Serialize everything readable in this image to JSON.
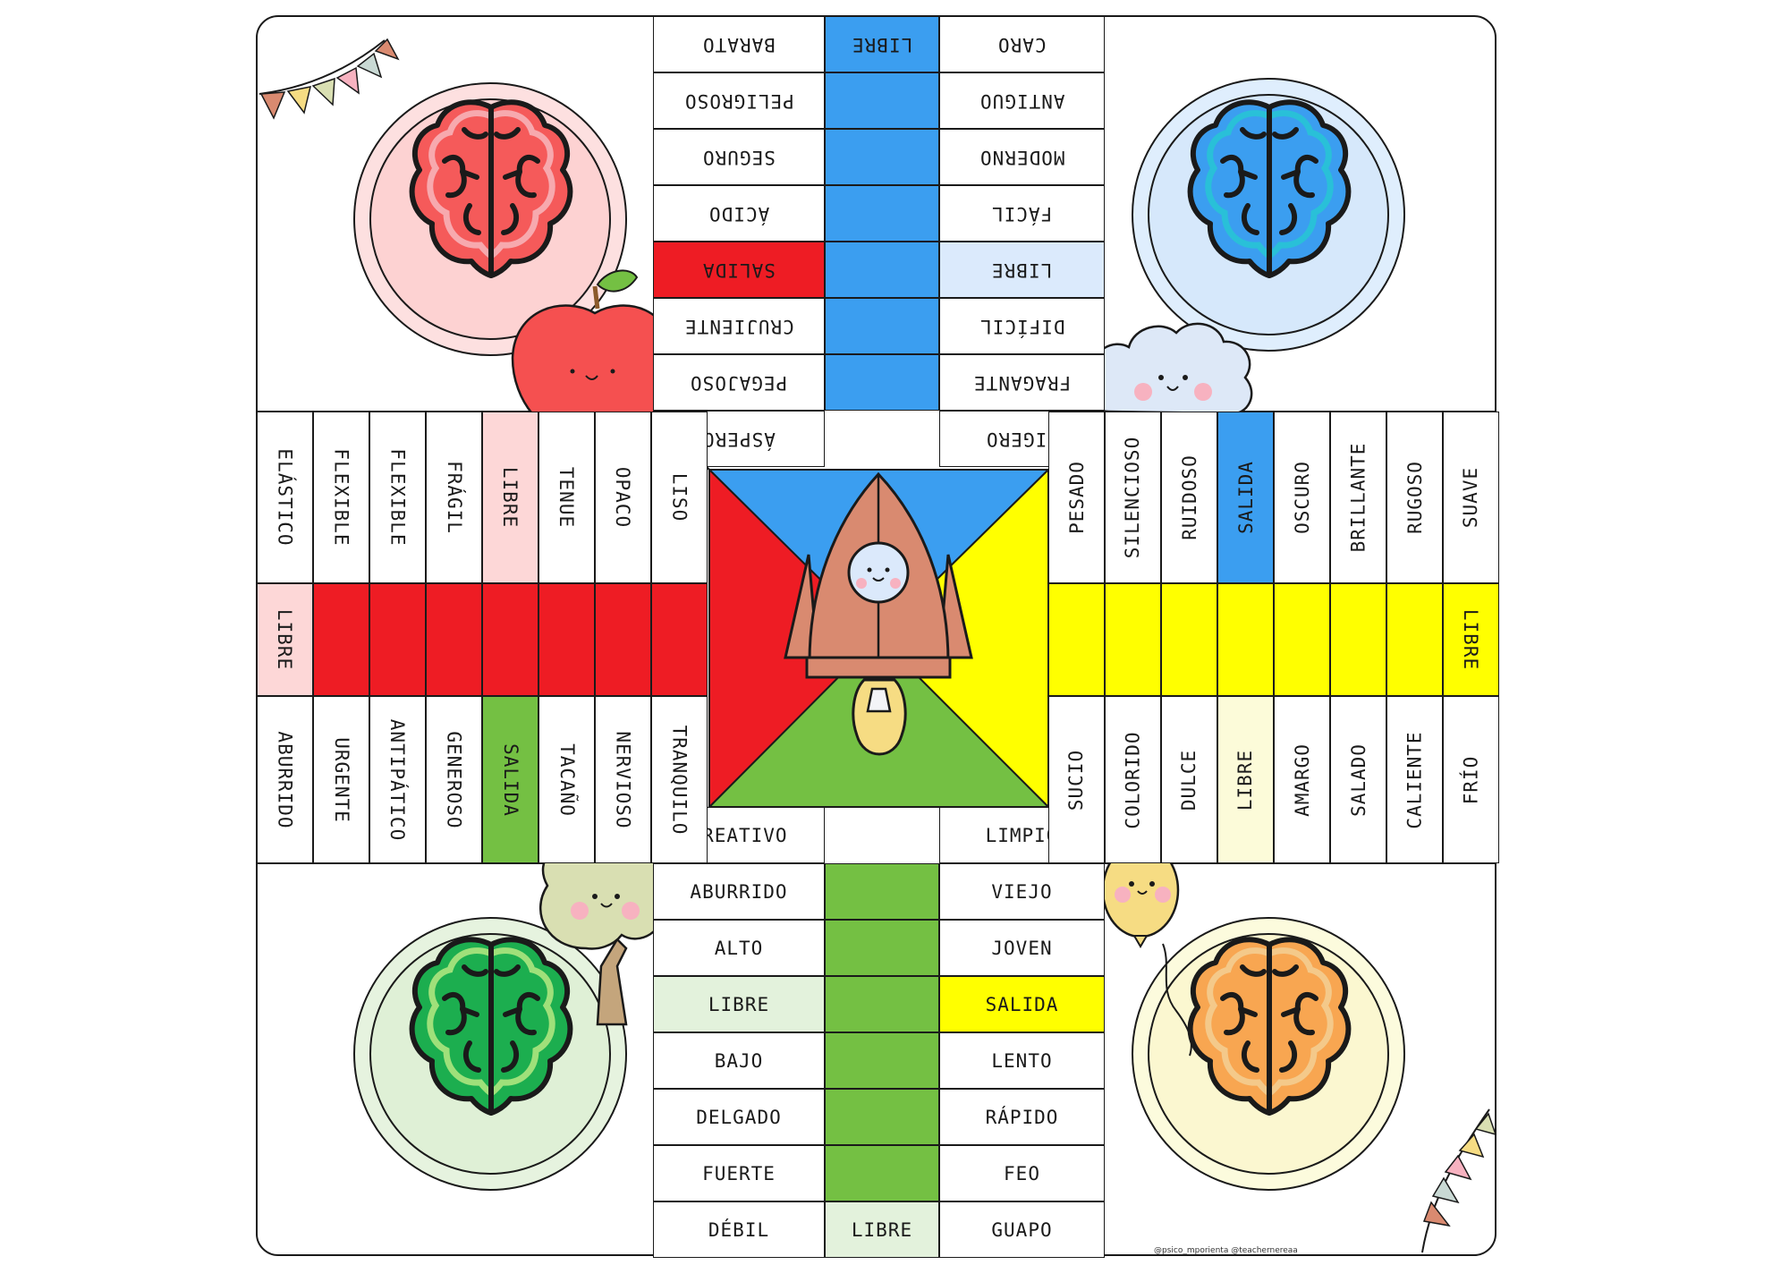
{
  "colors": {
    "red": "#ee1c24",
    "red_light": "#fdd7d7",
    "blue": "#3b9ef0",
    "blue_light": "#dbeafc",
    "yellow": "#ffff00",
    "yellow_light": "#fcfbd9",
    "green": "#74c043",
    "green_light": "#e3f2dc",
    "rocket": "#d98a70"
  },
  "board": {
    "top_left_column": [
      "BARATO",
      "PELIGROSO",
      "SEGURO",
      "ÁCIDO",
      "SALIDA",
      "CRUJIENTE",
      "PEGAJOSO",
      "ÁSPERO"
    ],
    "top_right_column": [
      "CARO",
      "ANTIGUO",
      "MODERNO",
      "FÁCIL",
      "LIBRE",
      "DIFÍCIL",
      "FRAGANTE",
      "LIGERO"
    ],
    "top_center_label": "LIBRE",
    "left_top_row": [
      "ELÁSTICO",
      "FLEXIBLE",
      "FLEXIBLE",
      "FRÁGIL",
      "LIBRE",
      "TENUE",
      "OPACO",
      "LISO"
    ],
    "left_bottom_row": [
      "ABURRIDO",
      "URGENTE",
      "ANTIPÁTICO",
      "GENEROSO",
      "SALIDA",
      "TACAÑO",
      "NERVIOSO",
      "TRANQUILO"
    ],
    "left_center_label": "LIBRE",
    "right_top_row": [
      "PESADO",
      "SILENCIOSO",
      "RUIDOSO",
      "SALIDA",
      "OSCURO",
      "BRILLANTE",
      "RUGOSO",
      "SUAVE"
    ],
    "right_bottom_row": [
      "SUCIO",
      "COLORIDO",
      "DULCE",
      "LIBRE",
      "AMARGO",
      "SALADO",
      "CALIENTE",
      "FRÍO"
    ],
    "right_center_label": "LIBRE",
    "bottom_left_column": [
      "CREATIVO",
      "ABURRIDO",
      "ALTO",
      "LIBRE",
      "BAJO",
      "DELGADO",
      "FUERTE",
      "DÉBIL"
    ],
    "bottom_right_column": [
      "LIMPIO",
      "VIEJO",
      "JOVEN",
      "SALIDA",
      "LENTO",
      "RÁPIDO",
      "FEO",
      "GUAPO"
    ],
    "bottom_center_label": "LIBRE"
  },
  "credit": "@psico_mporienta @teachernereaa"
}
